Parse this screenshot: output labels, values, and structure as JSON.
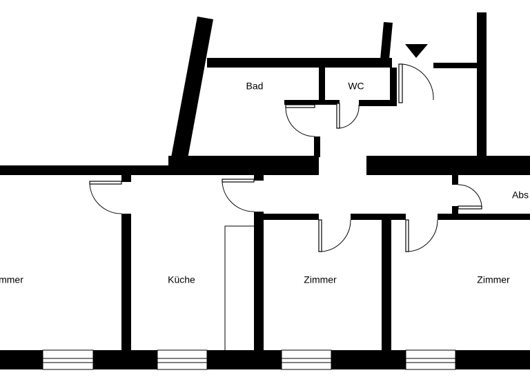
{
  "rooms": {
    "bad": "Bad",
    "wc": "WC",
    "abstell": "Abs",
    "zimmer_left": "mmer",
    "kueche": "Küche",
    "zimmer_middle": "Zimmer",
    "zimmer_right": "Zimmer"
  },
  "entrance_marker": "down-triangle-icon"
}
